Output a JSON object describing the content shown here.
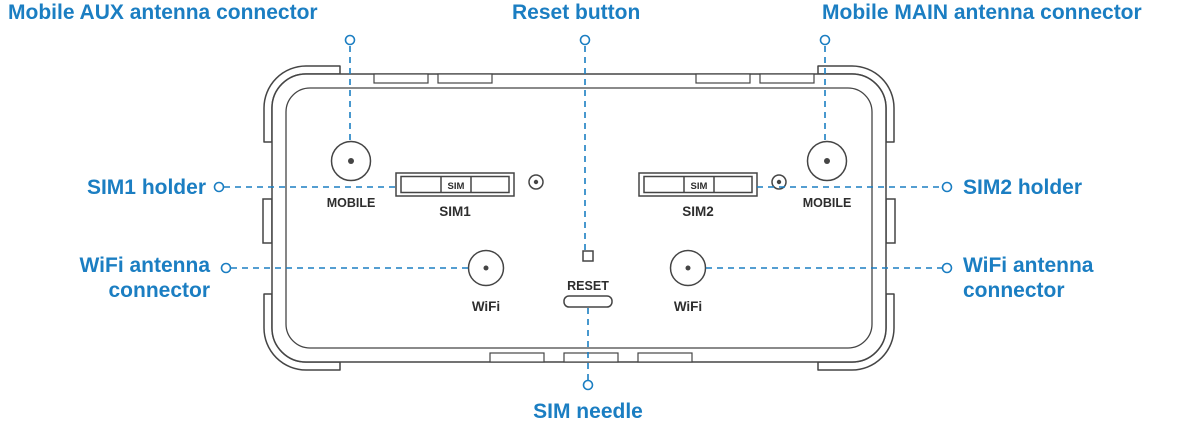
{
  "colors": {
    "callout_blue": "#1b7ec2",
    "outline_gray": "#454545",
    "device_text": "#2e2e2e"
  },
  "callouts": {
    "mobile_aux": "Mobile AUX antenna connector",
    "reset": "Reset button",
    "mobile_main": "Mobile MAIN antenna connector",
    "sim1": "SIM1 holder",
    "sim2": "SIM2 holder",
    "wifi_left": {
      "line1": "WiFi antenna",
      "line2": "connector"
    },
    "wifi_right": {
      "line1": "WiFi antenna",
      "line2": "connector"
    },
    "sim_needle": "SIM needle"
  },
  "device": {
    "mobile_left": "MOBILE",
    "mobile_right": "MOBILE",
    "sim1": "SIM1",
    "sim2": "SIM2",
    "sim_tray1": "SIM",
    "sim_tray2": "SIM",
    "wifi_left": "WiFi",
    "wifi_right": "WiFi",
    "reset": "RESET"
  }
}
